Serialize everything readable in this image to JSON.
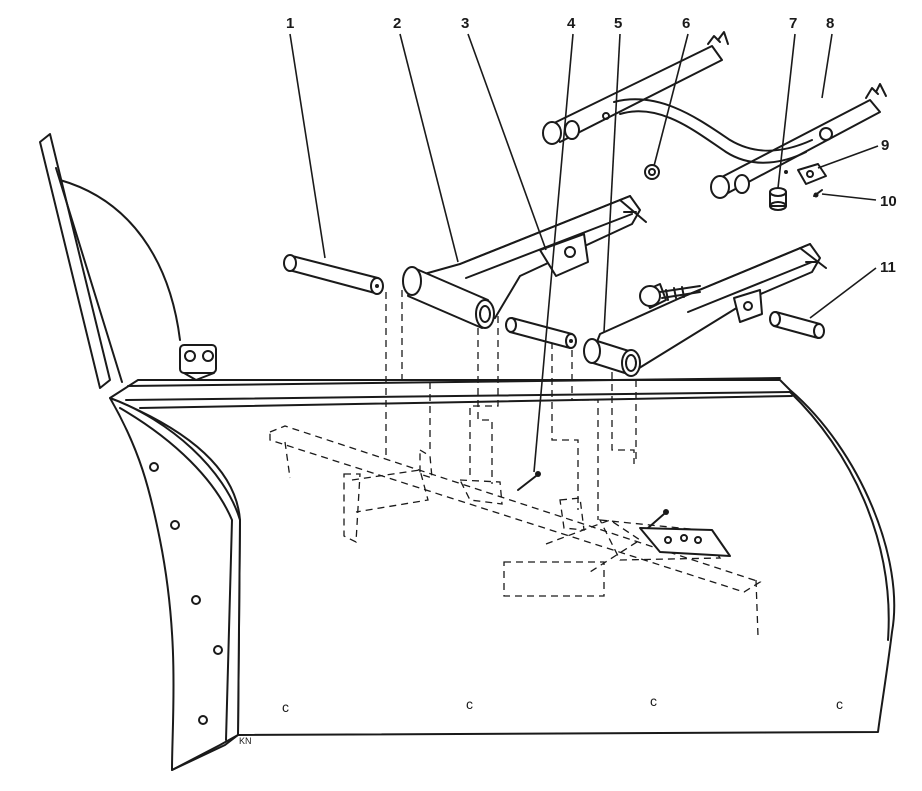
{
  "callouts": [
    {
      "id": "1",
      "label": "1"
    },
    {
      "id": "2",
      "label": "2"
    },
    {
      "id": "3",
      "label": "3"
    },
    {
      "id": "4",
      "label": "4"
    },
    {
      "id": "5",
      "label": "5"
    },
    {
      "id": "6",
      "label": "6"
    },
    {
      "id": "7",
      "label": "7"
    },
    {
      "id": "8",
      "label": "8"
    },
    {
      "id": "9",
      "label": "9"
    },
    {
      "id": "10",
      "label": "10"
    },
    {
      "id": "11",
      "label": "11"
    }
  ],
  "initials_mark": "KN",
  "colors": {
    "ink": "#1a1a1a",
    "paper": "#ffffff"
  }
}
